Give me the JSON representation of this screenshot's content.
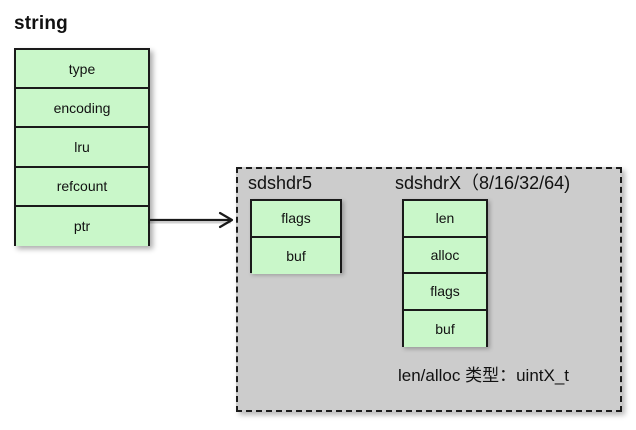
{
  "diagram": {
    "type": "redis-string-sds-memory-layout",
    "background_color": "#ffffff",
    "title": "string",
    "colors": {
      "field_fill": "#c9f7c9",
      "field_border": "#1a1a1a",
      "panel_fill": "#cccccc",
      "panel_border": "#1c1c1c",
      "text": "#111111"
    }
  },
  "string_object": {
    "title": "string",
    "fields": [
      {
        "label": "type"
      },
      {
        "label": "encoding"
      },
      {
        "label": "lru"
      },
      {
        "label": "refcount"
      },
      {
        "label": "ptr"
      }
    ]
  },
  "arrow": {
    "name": "ptr-to-sds-arrow",
    "from": "ptr",
    "to": "sds-panel",
    "style": "solid-line-open-arrowhead"
  },
  "sds_panel": {
    "border_style": "dashed",
    "caption": "len/alloc 类型：uintX_t",
    "structs": [
      {
        "name": "sdshdr5",
        "label": "sdshdr5",
        "fields": [
          {
            "label": "flags"
          },
          {
            "label": "buf"
          }
        ]
      },
      {
        "name": "sdshdrX",
        "label": "sdshdrX（8/16/32/64)",
        "fields": [
          {
            "label": "len"
          },
          {
            "label": "alloc"
          },
          {
            "label": "flags"
          },
          {
            "label": "buf"
          }
        ]
      }
    ]
  }
}
